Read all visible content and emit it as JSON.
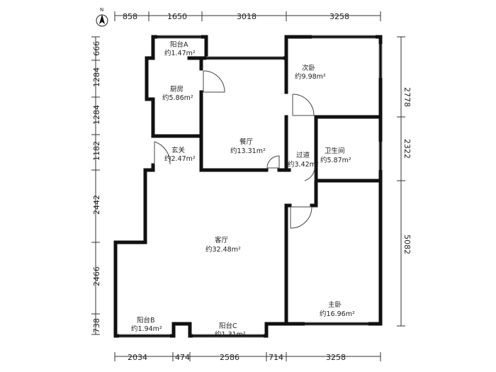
{
  "compass": {
    "label": "N",
    "icon": "north-arrow-icon"
  },
  "dimensions": {
    "top": [
      "858",
      "1650",
      "3018",
      "3258"
    ],
    "bottom": [
      "2034",
      "474",
      "2586",
      "714",
      "3258"
    ],
    "left": [
      "666",
      "1284",
      "1284",
      "1182",
      "2442",
      "2466",
      "738"
    ],
    "right": [
      "2778",
      "2322",
      "5082"
    ]
  },
  "rooms": {
    "balcony_a": {
      "name": "阳台A",
      "area": "约1.47m²"
    },
    "kitchen": {
      "name": "厨房",
      "area": "约5.86m²"
    },
    "secondary_bedroom": {
      "name": "次卧",
      "area": "约9.98m²"
    },
    "dining": {
      "name": "餐厅",
      "area": "约13.31m²"
    },
    "entrance": {
      "name": "玄关",
      "area": "约2.47m²"
    },
    "corridor": {
      "name": "过道",
      "area": "约3.42m²"
    },
    "bathroom": {
      "name": "卫生间",
      "area": "约5.87m²"
    },
    "living": {
      "name": "客厅",
      "area": "约32.48m²"
    },
    "master_bedroom": {
      "name": "主卧",
      "area": "约16.96m²"
    },
    "balcony_b": {
      "name": "阳台B",
      "area": "约1.94m²"
    },
    "balcony_c": {
      "name": "阳台C",
      "area": "约1.31m²"
    }
  },
  "colors": {
    "wall": "#111111",
    "dimension_line": "#333333",
    "window": "#888888",
    "door": "#444444",
    "background": "#ffffff"
  }
}
